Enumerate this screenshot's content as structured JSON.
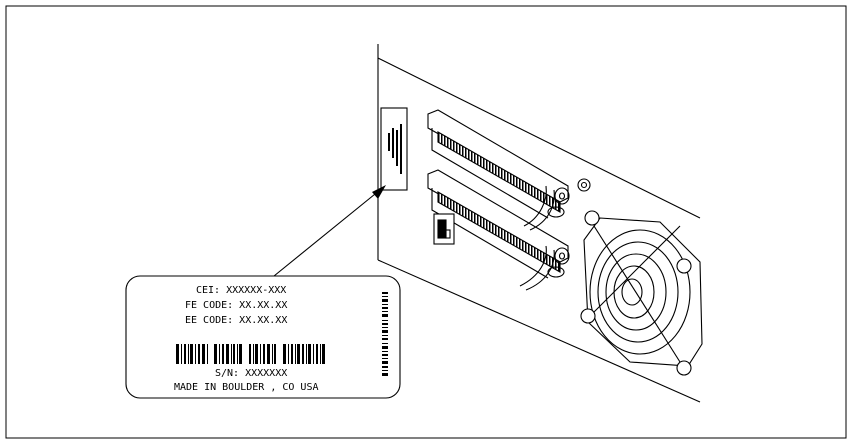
{
  "label_card": {
    "cei": "CEI: XXXXXX-XXX",
    "fe_code": "FE CODE: XX.XX.XX",
    "ee_code": "EE CODE: XX.XX.XX",
    "serial": "S/N: XXXXXXX",
    "origin": "MADE IN BOULDER , CO USA"
  },
  "colors": {
    "line": "#000000",
    "background": "#ffffff"
  }
}
